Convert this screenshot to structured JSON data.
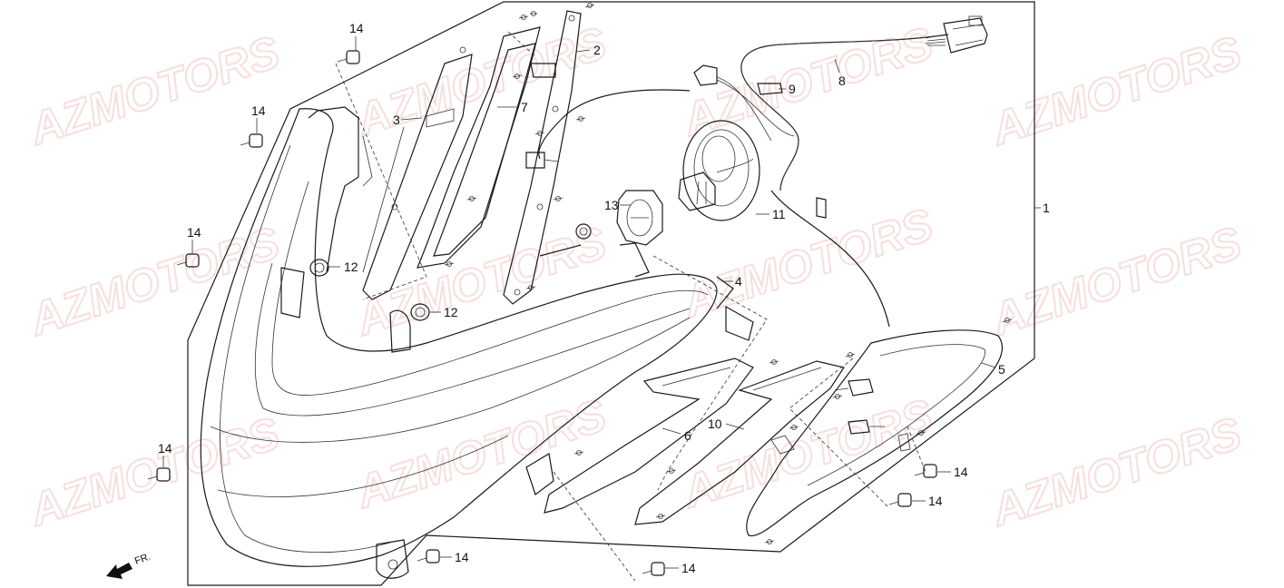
{
  "watermark": "AZMOTORS",
  "direction_label": "FR.",
  "callouts": {
    "c1": "1",
    "c2": "2",
    "c3": "3",
    "c4": "4",
    "c5": "5",
    "c6": "6",
    "c7": "7",
    "c8": "8",
    "c9": "9",
    "c10": "10",
    "c11": "11",
    "c12a": "12",
    "c12b": "12",
    "c13": "13",
    "c14a": "14",
    "c14b": "14",
    "c14c": "14",
    "c14d": "14",
    "c14e": "14",
    "c14f": "14",
    "c14g": "14",
    "c14h": "14"
  },
  "colors": {
    "watermark": "#f2c4c4",
    "line": "#1a1a1a",
    "lens_tint": "#777777",
    "wire_green": "#2e8b2e",
    "wire_blue": "#3355cc"
  }
}
